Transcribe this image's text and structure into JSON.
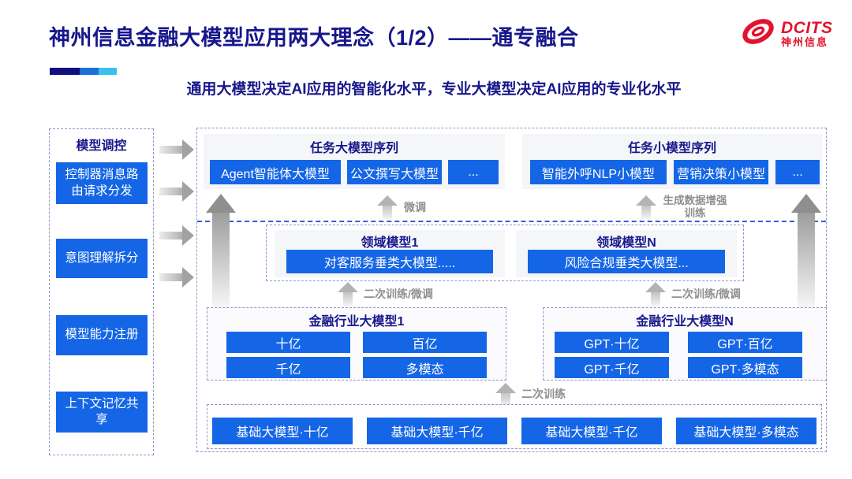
{
  "header": {
    "title": "神州信息金融大模型应用两大理念（1/2）——通专融合",
    "subtitle": "通用大模型决定AI应用的智能化水平，专业大模型决定AI应用的专业化水平",
    "logo": {
      "brand": "DCITS",
      "brand_cn": "神州信息"
    }
  },
  "colors": {
    "accent_blue": "#1566E6",
    "navy_text": "#17178C",
    "logo_red": "#E2142D",
    "label_gray": "#8F8F8F",
    "divider_blue": "#3B5BD6"
  },
  "sidebar": {
    "title": "模型调控",
    "items": [
      {
        "label": "控制器消息路由请求分发"
      },
      {
        "label": "意图理解拆分"
      },
      {
        "label": "模型能力注册"
      },
      {
        "label": "上下文记忆共享"
      }
    ]
  },
  "diagram": {
    "task_large": {
      "title": "任务大模型序列",
      "items": [
        "Agent智能体大模型",
        "公文撰写大模型",
        "..."
      ]
    },
    "task_small": {
      "title": "任务小模型序列",
      "items": [
        "智能外呼NLP小模型",
        "营销决策小模型",
        "..."
      ]
    },
    "labels": {
      "fine_tune": "微调",
      "gen_data_train": "生成数据增强训练",
      "secondary_ft_left": "二次训练/微调",
      "secondary_ft_right": "二次训练/微调",
      "secondary_train": "二次训练"
    },
    "domain_panels": [
      {
        "title": "领域模型1",
        "item": "对客服务垂类大模型....."
      },
      {
        "title": "领域模型N",
        "item": "风险合规垂类大模型..."
      }
    ],
    "industry_panels": [
      {
        "title": "金融行业大模型1",
        "items": [
          "十亿",
          "百亿",
          "千亿",
          "多模态"
        ]
      },
      {
        "title": "金融行业大模型N",
        "items": [
          "GPT·十亿",
          "GPT·百亿",
          "GPT·千亿",
          "GPT·多模态"
        ]
      }
    ],
    "foundation_items": [
      "基础大模型·十亿",
      "基础大模型·千亿",
      "基础大模型·千亿",
      "基础大模型·多模态"
    ]
  }
}
